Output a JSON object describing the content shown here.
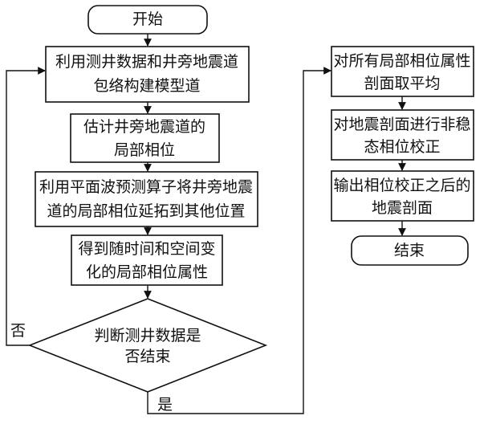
{
  "flowchart": {
    "nodes": {
      "start": {
        "lines": [
          "开始"
        ]
      },
      "build_model": {
        "lines": [
          "利用测井数据和井旁地震道",
          "包络构建模型道"
        ]
      },
      "estimate_phase": {
        "lines": [
          "估计井旁地震道的",
          "局部相位"
        ]
      },
      "extend_phase": {
        "lines": [
          "利用平面波预测算子将井旁地震",
          "道的局部相位延拓到其他位置"
        ]
      },
      "get_attribute": {
        "lines": [
          "得到随时间和空间变",
          "化的局部相位属性"
        ]
      },
      "decision": {
        "lines": [
          "判断测井数据是",
          "否结束"
        ]
      },
      "average": {
        "lines": [
          "对所有局部相位属性",
          "剖面取平均"
        ]
      },
      "correction": {
        "lines": [
          "对地震剖面进行非稳",
          "态相位校正"
        ]
      },
      "output": {
        "lines": [
          "输出相位校正之后的",
          "地震剖面"
        ]
      },
      "end": {
        "lines": [
          "结束"
        ]
      }
    },
    "edge_labels": {
      "no": "否",
      "yes": "是"
    }
  }
}
